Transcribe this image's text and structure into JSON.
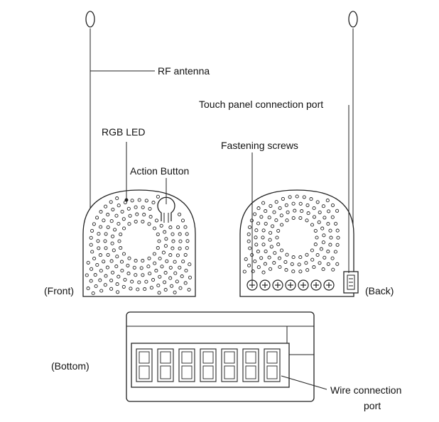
{
  "labels": {
    "rf_antenna": "RF antenna",
    "touch_panel_port": "Touch panel connection port",
    "rgb_led": "RGB LED",
    "fastening_screws": "Fastening screws",
    "action_button": "Action Button",
    "front": "(Front)",
    "back": "(Back)",
    "bottom": "(Bottom)",
    "wire_port_line1": "Wire connection",
    "wire_port_line2": "port"
  },
  "colors": {
    "stroke": "#222222",
    "background": "#ffffff",
    "text": "#111111"
  }
}
